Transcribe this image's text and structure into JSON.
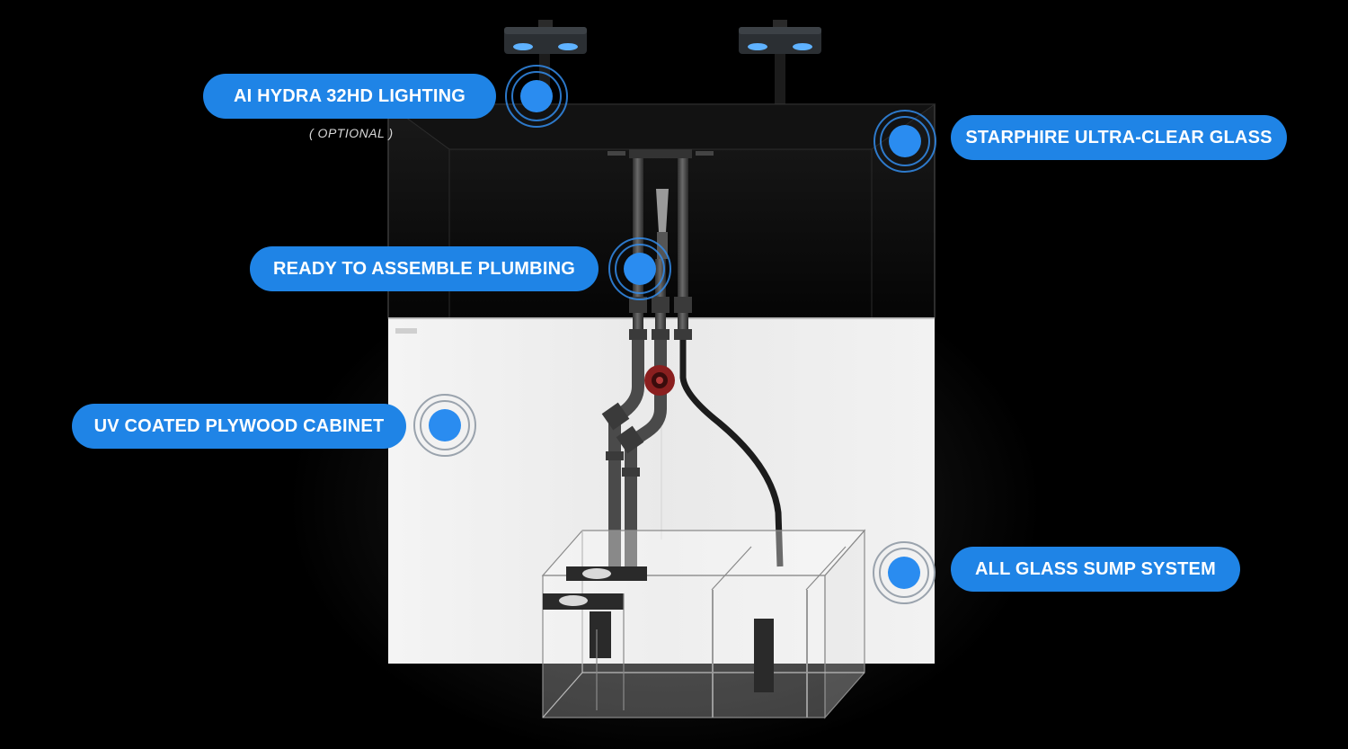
{
  "colors": {
    "accent": "#1f84e6",
    "background": "#000000",
    "cabinet": "#ececec"
  },
  "callouts": {
    "lighting": {
      "label": "AI HYDRA 32HD LIGHTING",
      "note": "( OPTIONAL )",
      "icon": "hotspot-icon"
    },
    "glass": {
      "label": "STARPHIRE ULTRA-CLEAR GLASS",
      "icon": "hotspot-icon"
    },
    "plumbing": {
      "label": "READY TO ASSEMBLE PLUMBING",
      "icon": "hotspot-icon"
    },
    "cabinet": {
      "label": "UV COATED PLYWOOD CABINET",
      "icon": "hotspot-icon"
    },
    "sump": {
      "label": "ALL GLASS SUMP SYSTEM",
      "icon": "hotspot-icon"
    }
  }
}
